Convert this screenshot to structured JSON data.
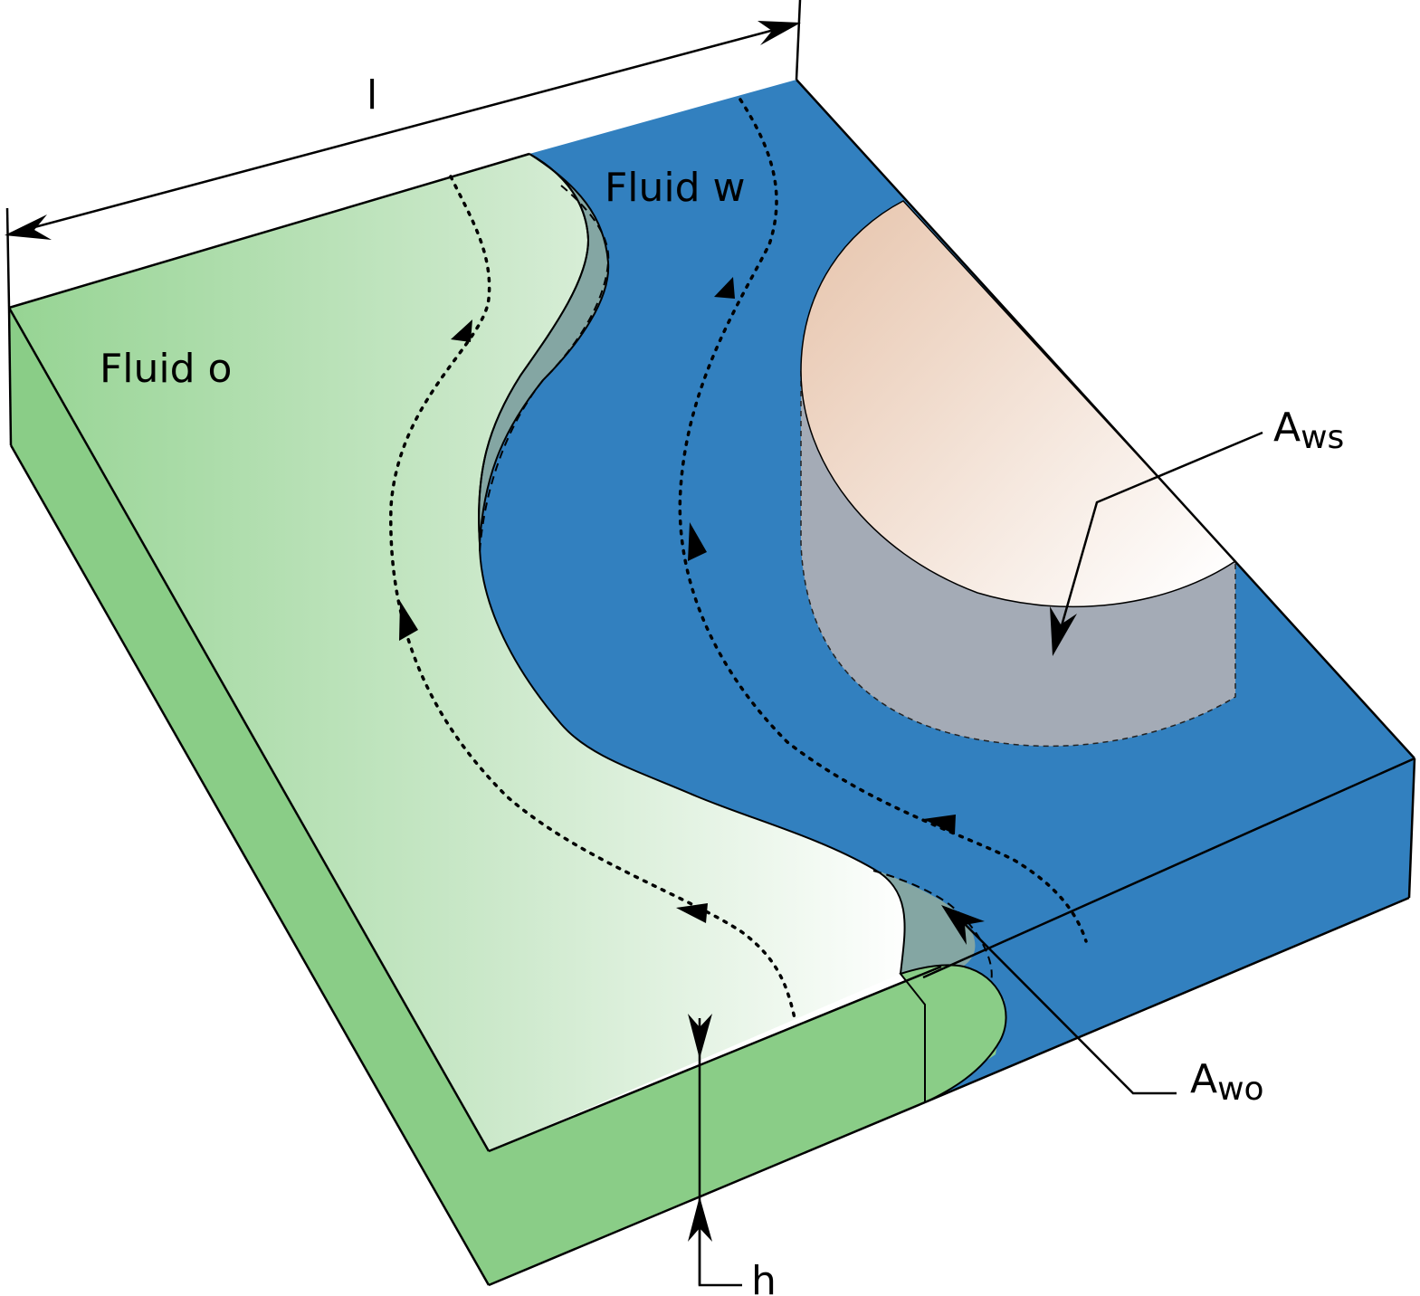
{
  "labels": {
    "fluid_o": "Fluid o",
    "fluid_w": "Fluid w",
    "length": "l",
    "height": "h",
    "a_ws_main": "A",
    "a_ws_sub": "ws",
    "a_wo_main": "A",
    "a_wo_sub": "wo"
  },
  "colors": {
    "fluid_o_side": "#8acd87",
    "fluid_o_top_left": "#96d493",
    "fluid_o_top_right": "#ffffff",
    "fluid_w": "#3280bf",
    "interface_wo": "#84a6a3",
    "solid_top_start": "#e8c7b0",
    "solid_top_end": "#ffffff",
    "solid_side": "#a4abb6"
  }
}
